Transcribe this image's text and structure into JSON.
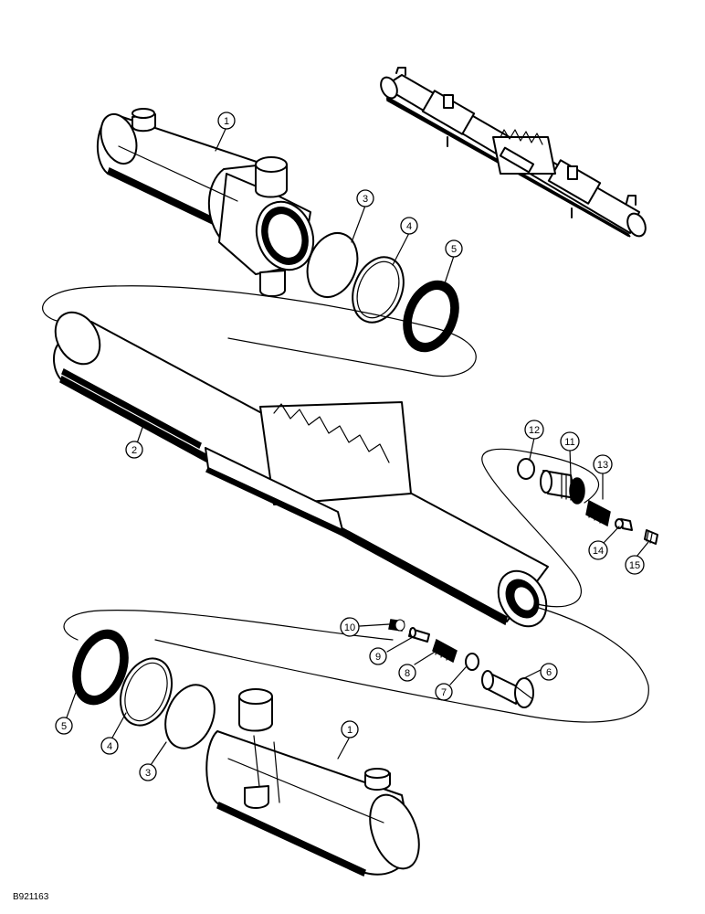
{
  "figure_id": "B921163",
  "callouts": [
    {
      "num": "1"
    },
    {
      "num": "3"
    },
    {
      "num": "4"
    },
    {
      "num": "5"
    },
    {
      "num": "2"
    },
    {
      "num": "12"
    },
    {
      "num": "11"
    },
    {
      "num": "13"
    },
    {
      "num": "14"
    },
    {
      "num": "15"
    },
    {
      "num": "10"
    },
    {
      "num": "9"
    },
    {
      "num": "8"
    },
    {
      "num": "7"
    },
    {
      "num": "6"
    },
    {
      "num": "5"
    },
    {
      "num": "4"
    },
    {
      "num": "3"
    },
    {
      "num": "1"
    }
  ]
}
